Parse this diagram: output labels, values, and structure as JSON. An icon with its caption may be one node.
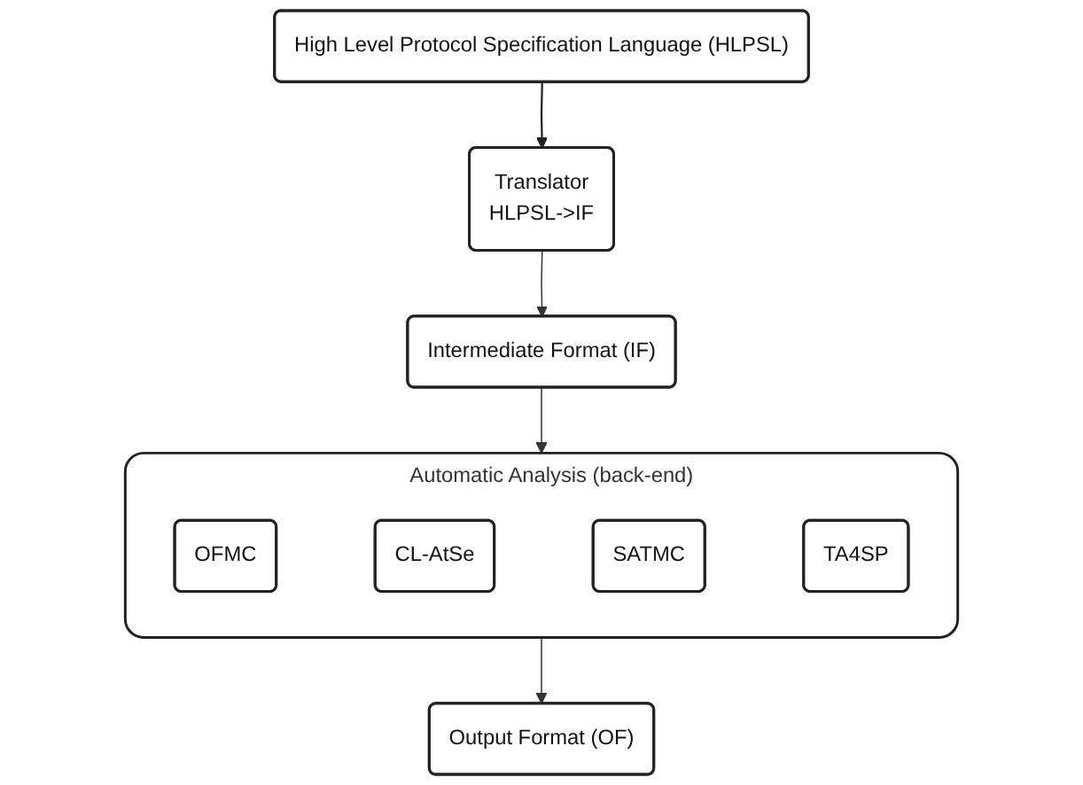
{
  "diagram": {
    "nodes": [
      {
        "text": [
          "High Level Protocol Specification Language (HLPSL)"
        ]
      },
      {
        "text": [
          "Translator",
          "HLPSL->IF"
        ]
      },
      {
        "text": [
          "Intermediate Format (IF)"
        ]
      },
      {
        "text": [
          "Automatic Analysis (back-end)"
        ]
      },
      {
        "text": [
          "OFMC"
        ],
        "in": 3
      },
      {
        "text": [
          "CL-AtSe"
        ],
        "in": 3
      },
      {
        "text": [
          "SATMC"
        ],
        "in": 3
      },
      {
        "text": [
          "TA4SP"
        ],
        "in": 3
      },
      {
        "text": [
          "Output Format (OF)"
        ]
      }
    ],
    "edges": [
      {
        "from": 0,
        "to": 1,
        "arrow": "to"
      },
      {
        "from": 1,
        "to": 2,
        "arrow": "to"
      },
      {
        "from": 2,
        "to": 3,
        "arrow": "to"
      },
      {
        "from": 3,
        "to": 8,
        "arrow": "to"
      }
    ]
  }
}
